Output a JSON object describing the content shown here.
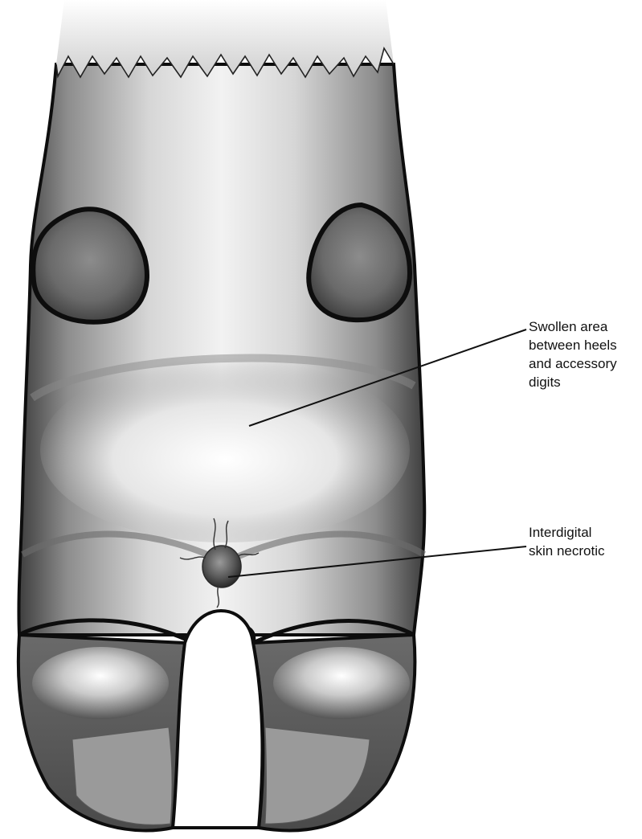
{
  "annotations": [
    {
      "id": "swollen-area",
      "lines": [
        "Swollen area",
        "between heels",
        "and accessory",
        "digits"
      ]
    },
    {
      "id": "interdigital-necrosis",
      "lines": [
        "Interdigital",
        "skin necrotic"
      ]
    }
  ],
  "colors": {
    "outline": "#0d0d0d",
    "skin_light": "#f4f4f4",
    "skin_mid": "#a9a9a9",
    "skin_dark": "#4a4a4a",
    "claw": "#6e6e6e",
    "lesion": "#5a5a5a"
  }
}
